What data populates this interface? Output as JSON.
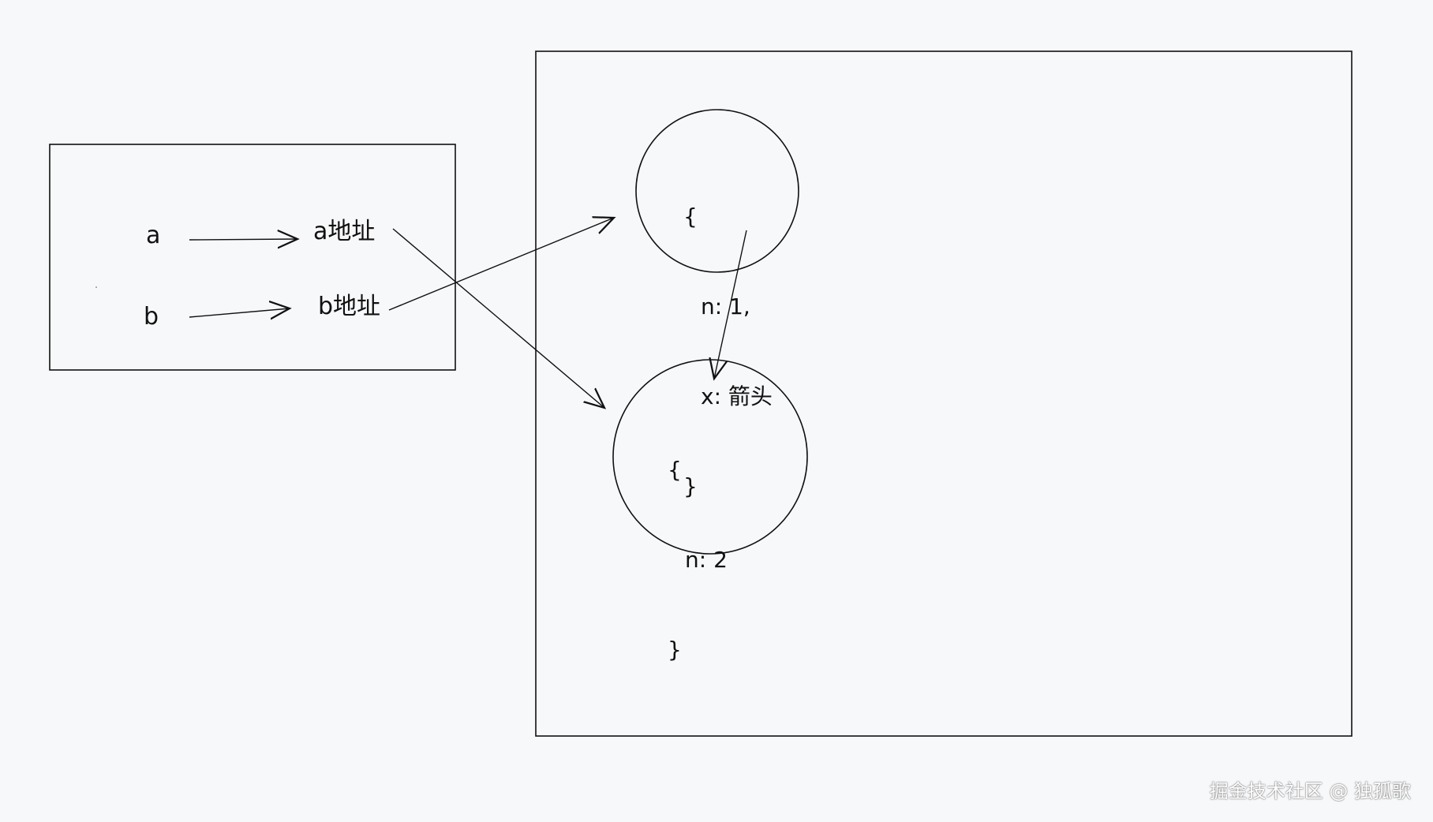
{
  "stack": {
    "var_a": "a",
    "var_b": "b",
    "addr_a": "a地址",
    "addr_b": "b地址"
  },
  "heap": {
    "obj1": {
      "open": "{",
      "line1": "n: 1,",
      "line2": "x: 箭头",
      "close": "}"
    },
    "obj2": {
      "open": "{",
      "line1": "n: 2",
      "close": "}"
    }
  },
  "watermark": "掘金技术社区 @ 独孤歌",
  "colors": {
    "background": "#f7f8fa",
    "stroke": "#111111"
  }
}
